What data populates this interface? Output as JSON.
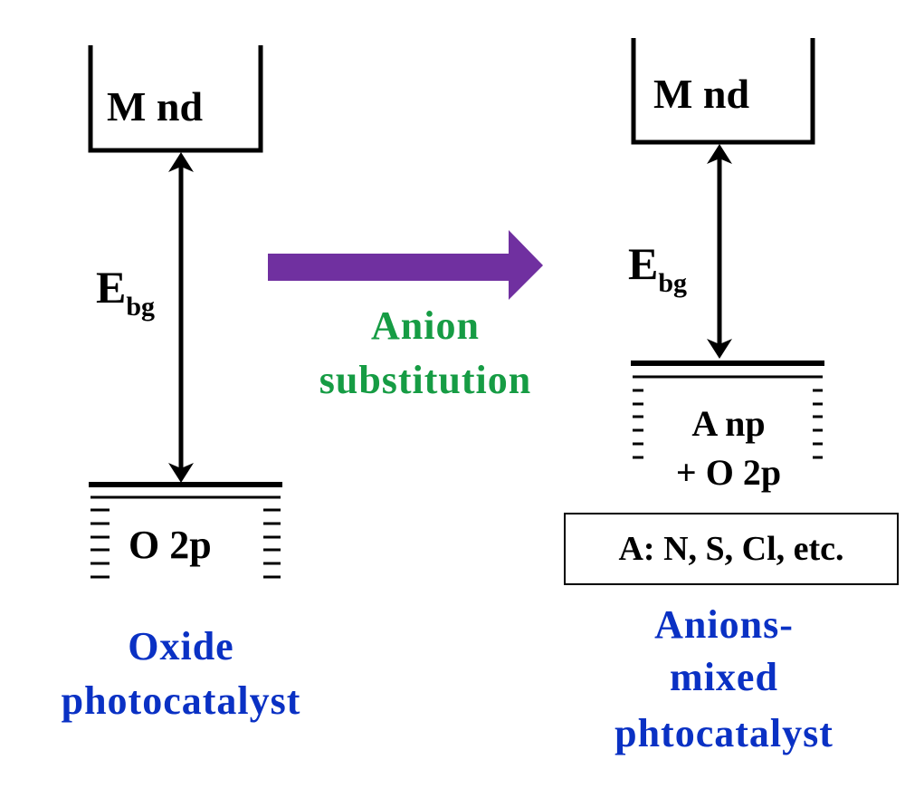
{
  "left_panel": {
    "conduction_band_label": "M  nd",
    "bandgap_label_main": "E",
    "bandgap_label_sub": "bg",
    "valence_band_label": "O 2p",
    "title_line1": "Oxide",
    "title_line2": "photocatalyst"
  },
  "transition": {
    "label_line1": "Anion",
    "label_line2": "substitution",
    "arrow_color": "#7030a0",
    "text_color": "#169c44"
  },
  "right_panel": {
    "conduction_band_label": "M  nd",
    "bandgap_label_main": "E",
    "bandgap_label_sub": "bg",
    "valence_band_line1": "A np",
    "valence_band_line2": "+ O 2p",
    "anion_box_label": "A: N, S, Cl, etc.",
    "title_line1": "Anions-",
    "title_line2": "mixed",
    "title_line3": "phtocatalyst"
  },
  "colors": {
    "title_blue": "#0a31c4",
    "line_black": "#000000"
  }
}
